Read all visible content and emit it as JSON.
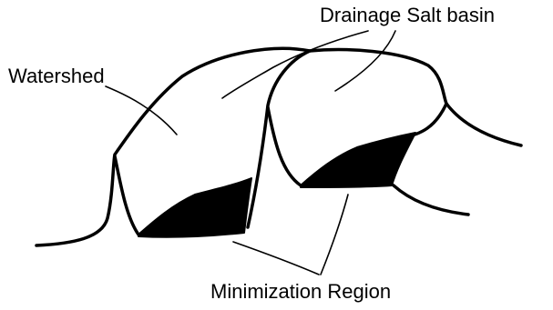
{
  "labels": {
    "drainage": "Drainage Salt basin",
    "watershed": "Watershed",
    "minimization": "Minimization Region"
  }
}
